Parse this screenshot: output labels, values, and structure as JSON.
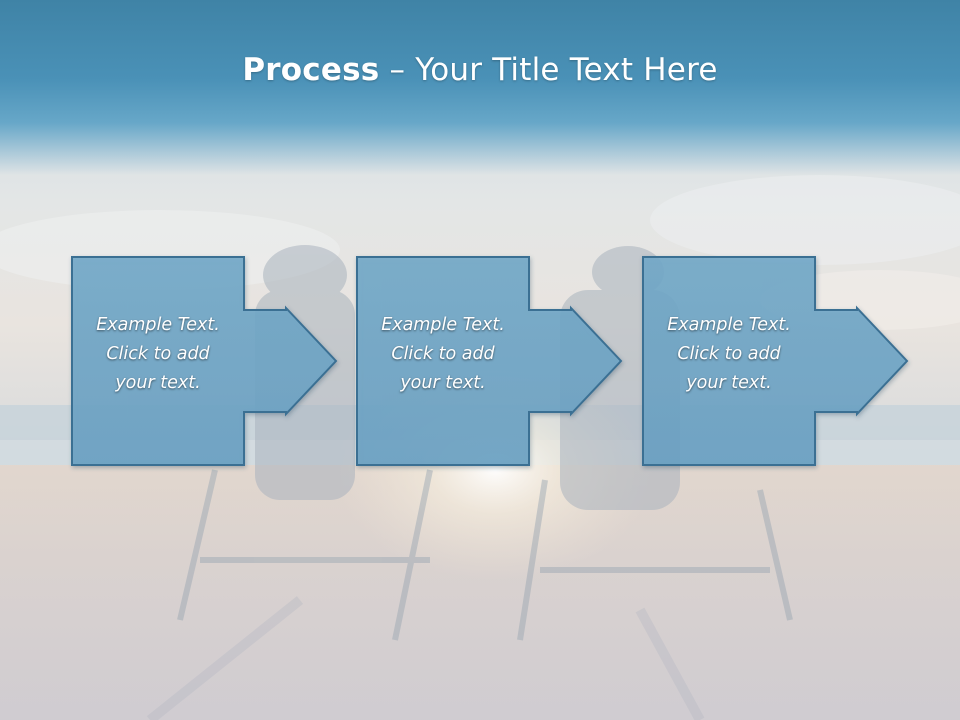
{
  "title": {
    "bold": "Process",
    "rest": " – Your Title Text Here"
  },
  "steps": [
    {
      "lines": [
        "Example Text.",
        "Click  to add",
        "your text."
      ]
    },
    {
      "lines": [
        "Example Text.",
        "Click  to add",
        "your text."
      ]
    },
    {
      "lines": [
        "Example Text.",
        "Click  to add",
        "your text."
      ]
    }
  ],
  "colors": {
    "title_band": "#4a91b7",
    "box_fill": "#6ea6c7",
    "box_border": "#3b6f93",
    "text": "#ffffff"
  }
}
